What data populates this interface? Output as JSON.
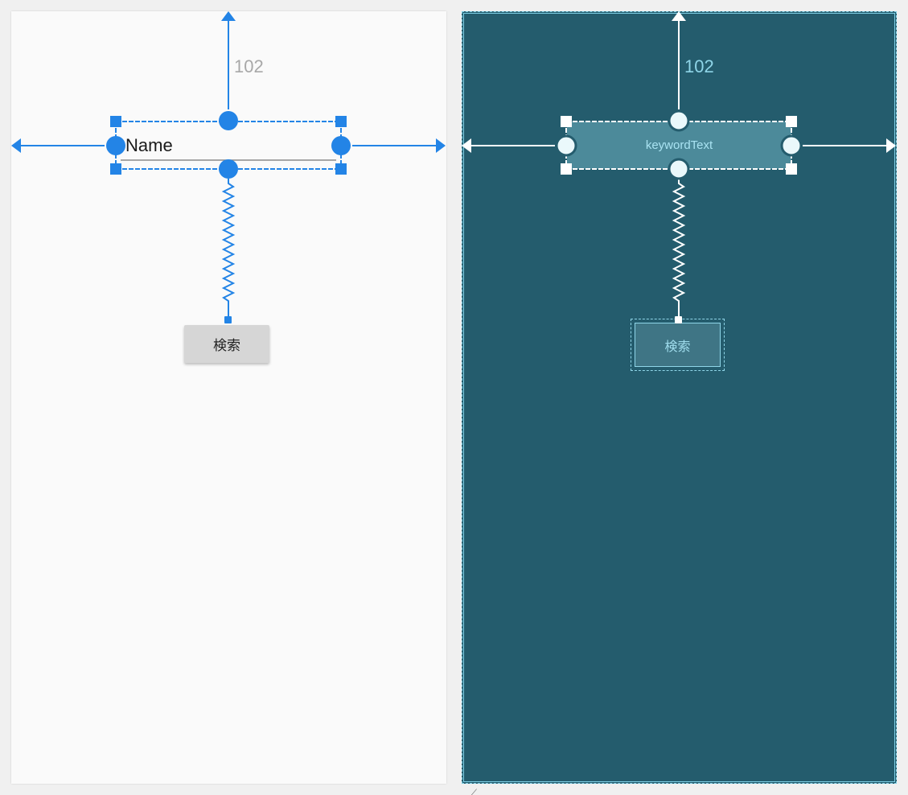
{
  "design_view": {
    "edit_text_value": "Name",
    "top_margin": "102",
    "button_label": "検索"
  },
  "blueprint_view": {
    "edit_text_id": "keywordText",
    "top_margin": "102",
    "button_label": "検索"
  },
  "colors": {
    "constraint_blue": "#2384e6",
    "blueprint_bg": "#245c6d",
    "blueprint_widget": "#4c8a9a",
    "blueprint_accent": "#8fd5e8",
    "design_bg": "#fafafa",
    "button_bg": "#d6d6d6"
  },
  "icons": {
    "resize_corner": "resize-corner-icon"
  }
}
